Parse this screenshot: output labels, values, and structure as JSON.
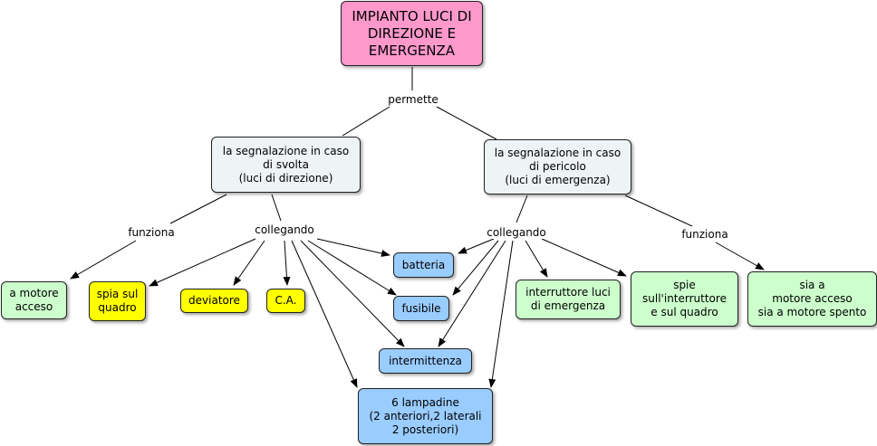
{
  "nodes": {
    "root": "IMPIANTO LUCI DI\nDIREZIONE E\nEMERGENZA",
    "svolta": "la segnalazione in caso\ndi svolta\n(luci di direzione)",
    "pericolo": "la segnalazione in caso\ndi pericolo\n(luci di emergenza)",
    "motore_acceso": "a motore\nacceso",
    "spia_quadro": "spia sul\nquadro",
    "deviatore": "deviatore",
    "ca": "C.A.",
    "batteria": "batteria",
    "fusibile": "fusibile",
    "intermittenza": "intermittenza",
    "lampadine": "6 lampadine\n(2 anteriori,2 laterali\n2 posteriori)",
    "interruttore": "interruttore luci\ndi emergenza",
    "spie": "spie\nsull'interruttore\ne sul quadro",
    "sia_motore": "sia a\nmotore acceso\nsia a motore spento"
  },
  "labels": {
    "permette": "permette",
    "funziona_left": "funziona",
    "collegando_left": "collegando",
    "collegando_right": "collegando",
    "funziona_right": "funziona"
  },
  "colors": {
    "root": "#ff99cc",
    "concept": "#eef3f6",
    "blue": "#99ccff",
    "yellow": "#ffff00",
    "green": "#ccffcc"
  }
}
